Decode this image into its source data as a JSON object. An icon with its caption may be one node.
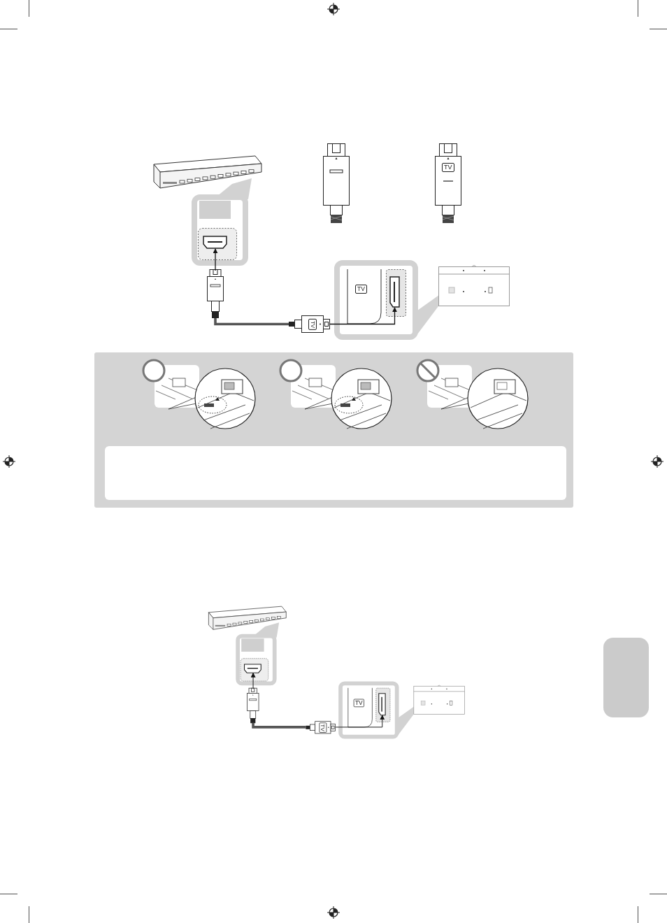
{
  "diagram": {
    "nodes": [
      {
        "text": [],
        "shape": "picture"
      },
      {
        "text": [],
        "shape": "box"
      },
      {
        "text": [],
        "shape": "box",
        "in": 1
      },
      {
        "text": [],
        "shape": "picture"
      },
      {
        "text": [
          "TV"
        ]
      },
      {
        "text": [
          "TV"
        ]
      },
      {
        "text": [],
        "shape": "box",
        "in": 5
      },
      {
        "text": [],
        "shape": "picture"
      },
      {
        "text": [],
        "shape": "box"
      },
      {
        "text": [],
        "shape": "box",
        "in": 8
      },
      {
        "text": [],
        "shape": "picture"
      },
      {
        "text": [
          "TV"
        ]
      },
      {
        "text": [
          "TV"
        ]
      },
      {
        "text": [],
        "shape": "box",
        "in": 12
      },
      {
        "text": [],
        "shape": "box"
      },
      {
        "text": [],
        "shape": "box"
      }
    ],
    "edges": [
      {
        "from": 3,
        "to": 2,
        "arrow": "to"
      },
      {
        "from": 3,
        "to": 4,
        "arrow": "none",
        "style": "thick",
        "color": "#555555"
      },
      {
        "from": 4,
        "to": 6,
        "arrow": "to"
      },
      {
        "from": 10,
        "to": 9,
        "arrow": "to"
      },
      {
        "from": 10,
        "to": 11,
        "arrow": "none",
        "style": "thick",
        "color": "#555555"
      },
      {
        "from": 11,
        "to": 13,
        "arrow": "to"
      }
    ],
    "labels": [
      "TV"
    ]
  }
}
